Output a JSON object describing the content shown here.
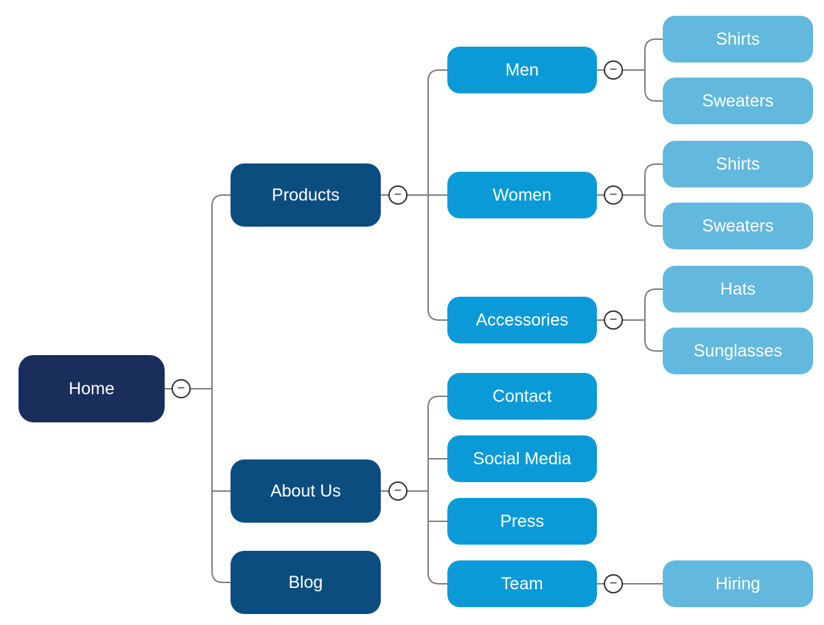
{
  "icons": {
    "collapse_glyph": "−"
  },
  "colors": {
    "root": "#1a2e5c",
    "level1": "#0c4d80",
    "level2": "#0b9ad8",
    "level3": "#62b8dd",
    "connector": "#7a7a7a",
    "collapse-stroke": "#2b2b2b",
    "canvas-bg": "#ffffff",
    "node-text": "#ffffff"
  },
  "tree": {
    "label": "Home",
    "children": [
      {
        "label": "Products",
        "children": [
          {
            "label": "Men",
            "children": [
              {
                "label": "Shirts"
              },
              {
                "label": "Sweaters"
              }
            ]
          },
          {
            "label": "Women",
            "children": [
              {
                "label": "Shirts"
              },
              {
                "label": "Sweaters"
              }
            ]
          },
          {
            "label": "Accessories",
            "children": [
              {
                "label": "Hats"
              },
              {
                "label": "Sunglasses"
              }
            ]
          }
        ]
      },
      {
        "label": "About Us",
        "children": [
          {
            "label": "Contact"
          },
          {
            "label": "Social Media"
          },
          {
            "label": "Press"
          },
          {
            "label": "Team",
            "children": [
              {
                "label": "Hiring"
              }
            ]
          }
        ]
      },
      {
        "label": "Blog"
      }
    ]
  }
}
